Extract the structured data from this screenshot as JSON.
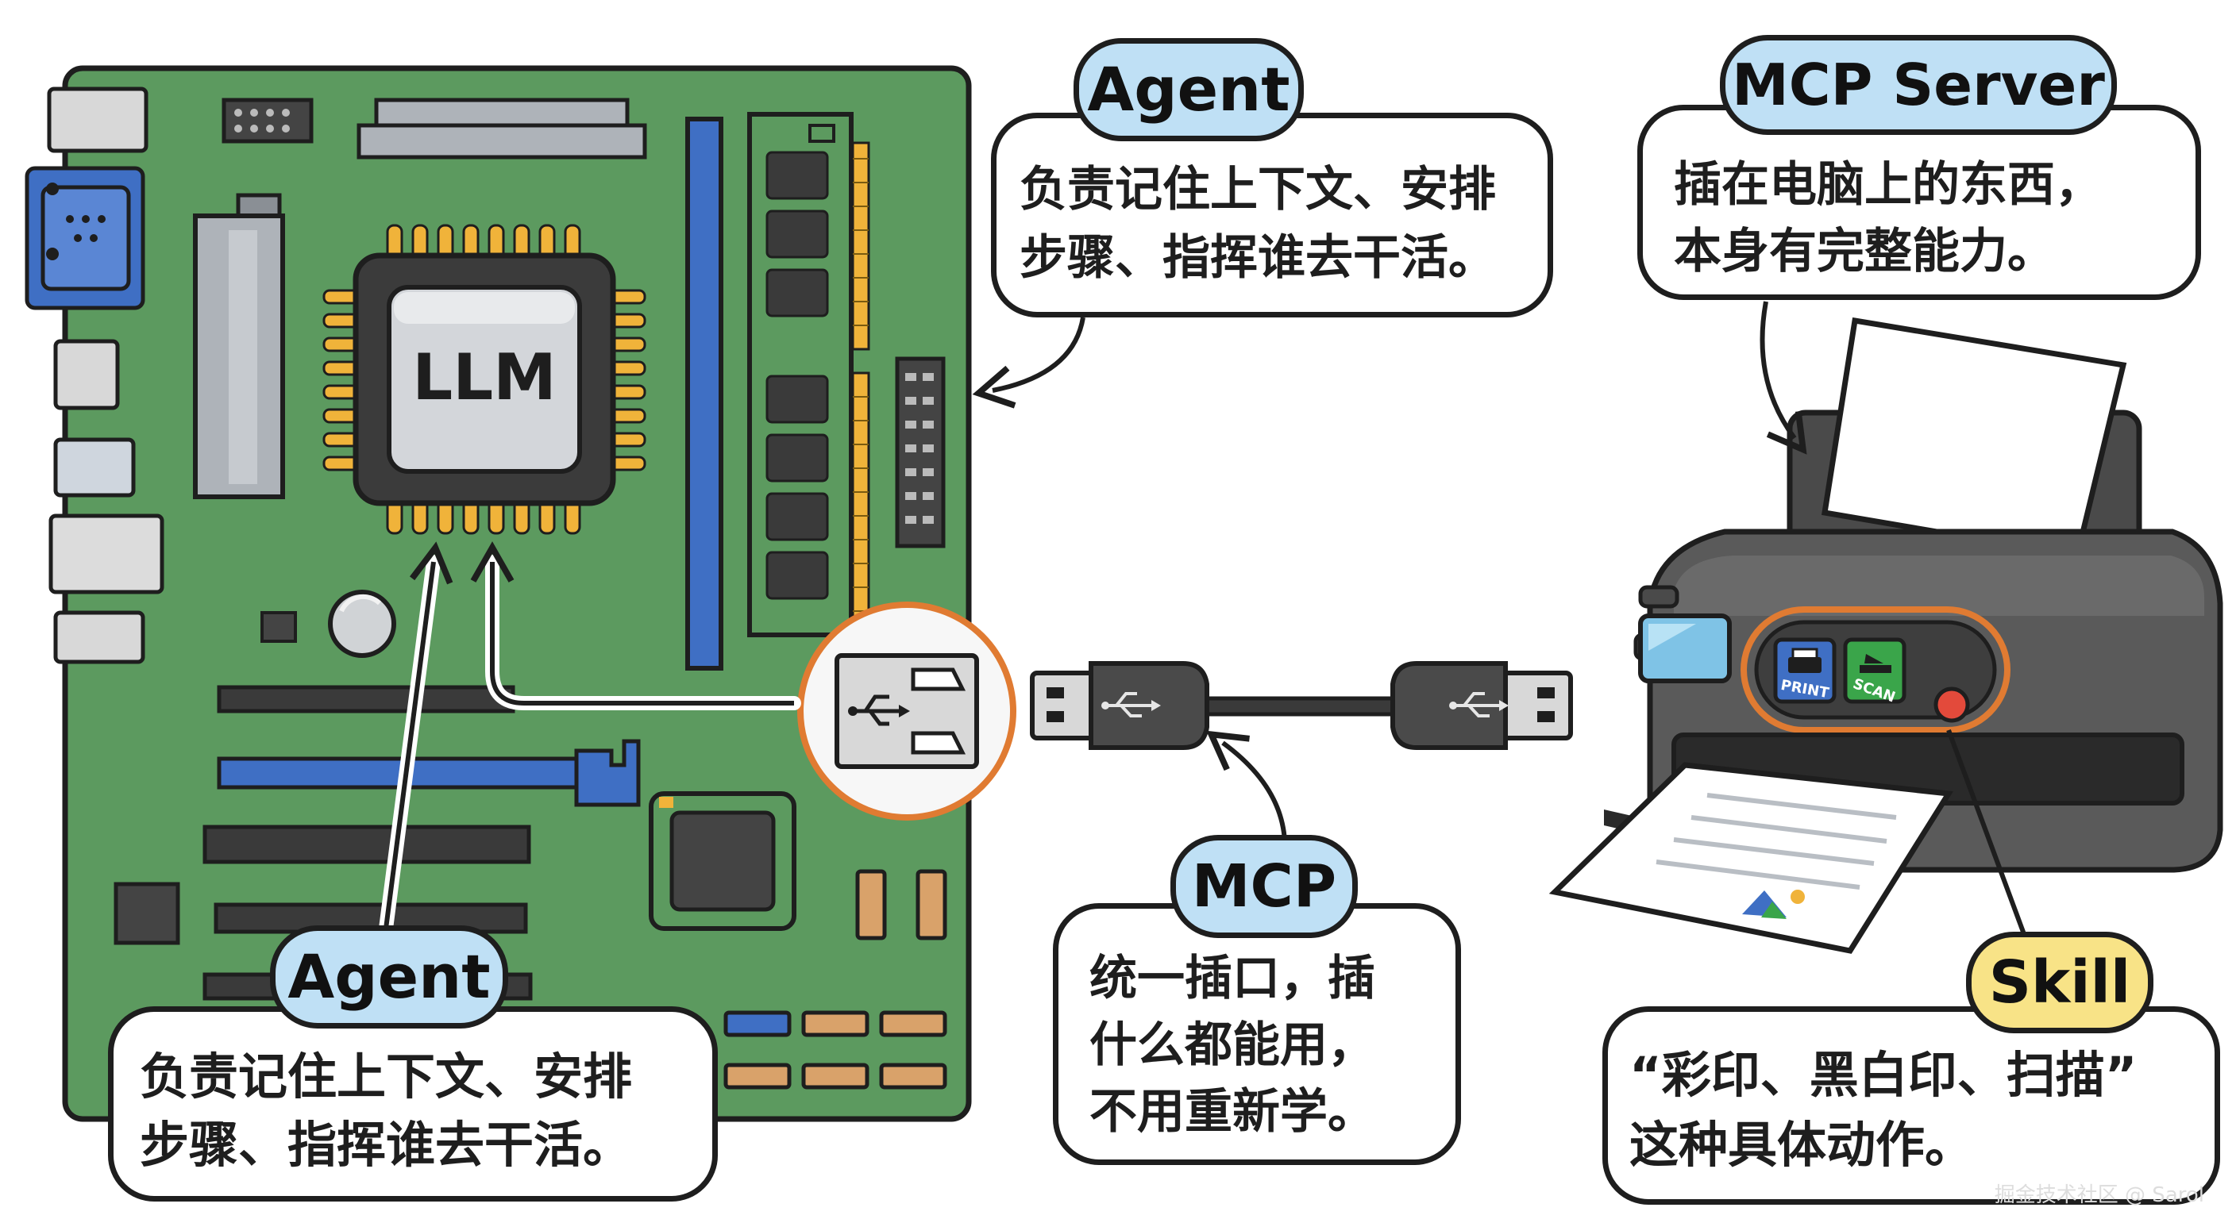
{
  "chip": {
    "label": "LLM"
  },
  "agent_top": {
    "tag": "Agent",
    "lines": [
      "负责记住上下文、安排",
      "步骤、指挥谁去干活。"
    ]
  },
  "mcp_server": {
    "tag": "MCP Server",
    "lines": [
      "插在电脑上的东西，",
      "本身有完整能力。"
    ]
  },
  "agent_bottom": {
    "tag": "Agent",
    "lines": [
      "负责记住上下文、安排",
      "步骤、指挥谁去干活。"
    ]
  },
  "mcp": {
    "tag": "MCP",
    "lines": [
      "统一插口，插",
      "什么都能用，",
      "不用重新学。"
    ]
  },
  "skill": {
    "tag": "Skill",
    "lines": [
      "“彩印、黑白印、扫描”",
      "这种具体动作。"
    ]
  },
  "printer": {
    "print_label": "PRINT",
    "scan_label": "SCAN"
  },
  "watermark": "掘金技术社区 @ Sarol"
}
